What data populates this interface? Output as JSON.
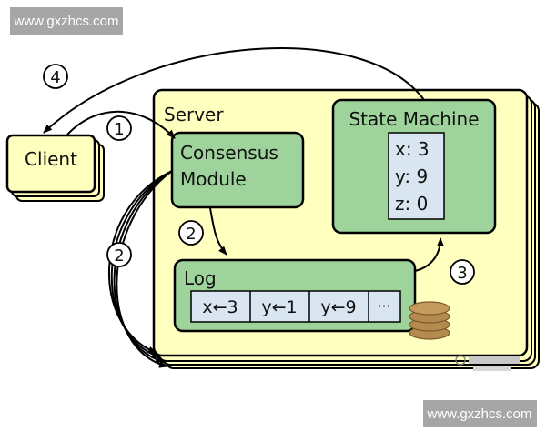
{
  "watermark_top": "www.gxzhcs.com",
  "watermark_bottom": "www.gxzhcs.com",
  "client_label": "Client",
  "server_label": "Server",
  "consensus_line1": "Consensus",
  "consensus_line2": "Module",
  "state_machine_label": "State Machine",
  "state_values": [
    "x: 3",
    "y: 9",
    "z: 0"
  ],
  "log_label": "Log",
  "log_entries": [
    "x←3",
    "y←1",
    "y←9",
    "···"
  ],
  "steps": {
    "s1": "1",
    "s2a": "2",
    "s2b": "2",
    "s3": "3",
    "s4": "4"
  },
  "colors": {
    "server_fill": "#ffffc0",
    "module_fill": "#9ed39c",
    "log_entry_fill": "#d9e6f2",
    "disk_fill": "#b48a4f",
    "watermark_bg": "#a6a6a6"
  }
}
